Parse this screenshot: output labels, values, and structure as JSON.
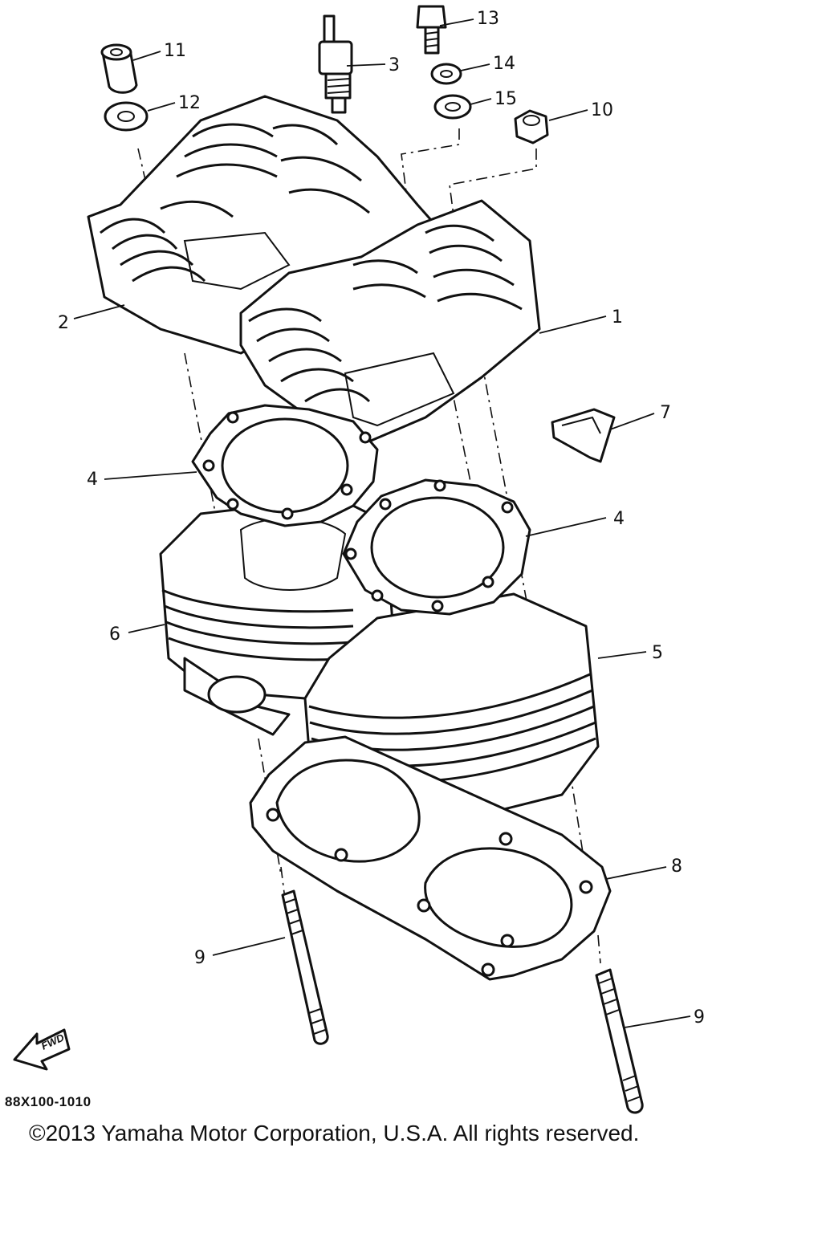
{
  "diagram": {
    "callouts": [
      {
        "id": "c1",
        "label": "1"
      },
      {
        "id": "c2",
        "label": "2"
      },
      {
        "id": "c3",
        "label": "3"
      },
      {
        "id": "c4a",
        "label": "4"
      },
      {
        "id": "c4b",
        "label": "4"
      },
      {
        "id": "c5",
        "label": "5"
      },
      {
        "id": "c6",
        "label": "6"
      },
      {
        "id": "c7",
        "label": "7"
      },
      {
        "id": "c8",
        "label": "8"
      },
      {
        "id": "c9a",
        "label": "9"
      },
      {
        "id": "c9b",
        "label": "9"
      },
      {
        "id": "c10",
        "label": "10"
      },
      {
        "id": "c11",
        "label": "11"
      },
      {
        "id": "c12",
        "label": "12"
      },
      {
        "id": "c13",
        "label": "13"
      },
      {
        "id": "c14",
        "label": "14"
      },
      {
        "id": "c15",
        "label": "15"
      }
    ],
    "fwd_label": "FWD",
    "code": "88X100-1010"
  },
  "footer": {
    "copyright": "©2013 Yamaha Motor Corporation, U.S.A. All rights reserved."
  },
  "colors": {
    "ink": "#111111",
    "background": "#ffffff"
  },
  "icons": [
    "forward-arrow-icon"
  ]
}
